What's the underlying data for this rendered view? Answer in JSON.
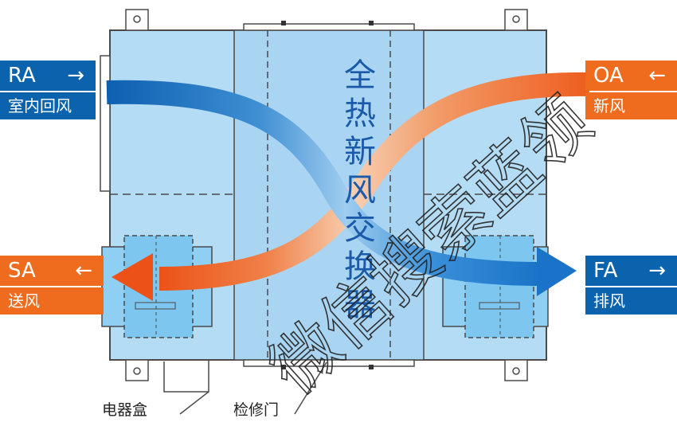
{
  "unit": {
    "title_chars": [
      "全",
      "热",
      "新",
      "风",
      "交",
      "换",
      "器"
    ]
  },
  "ports": {
    "ra": {
      "code": "RA",
      "arrow": "→",
      "name": "室内回风"
    },
    "oa": {
      "code": "OA",
      "arrow": "←",
      "name": "新风"
    },
    "sa": {
      "code": "SA",
      "arrow": "←",
      "name": "送风"
    },
    "fa": {
      "code": "FA",
      "arrow": "→",
      "name": "排风"
    }
  },
  "callouts": {
    "electric_box": "电器盒",
    "access_door": "检修门"
  },
  "watermark": "微信搜索蓝领",
  "colors": {
    "panel": "#b4dcf5",
    "panel_stroke": "#4a4a4a",
    "exhaust_blue": "#1468b8",
    "supply_orange": "#ee5d1e",
    "tag_blue": "#0b63ad",
    "tag_orange": "#ef6c1e",
    "title_text": "#1a5aa8"
  }
}
